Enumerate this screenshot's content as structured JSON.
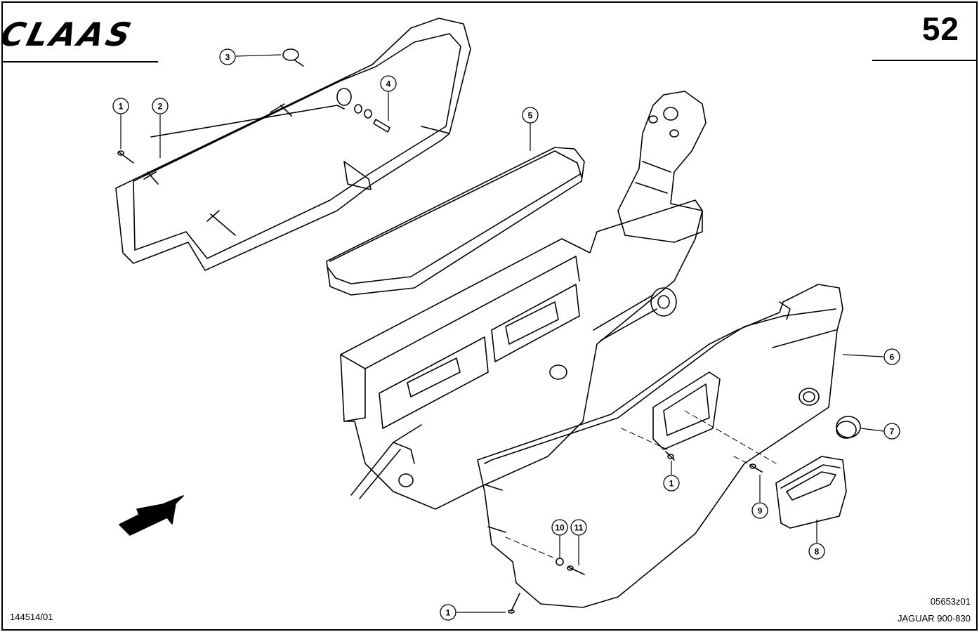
{
  "header": {
    "brand": "CLAAS",
    "page_number": "52"
  },
  "footer": {
    "drawing_id": "144514/01",
    "reference_code": "05653z01",
    "model": "JAGUAR 900-830"
  },
  "callouts": [
    {
      "id": "c1a",
      "label": "1"
    },
    {
      "id": "c2",
      "label": "2"
    },
    {
      "id": "c3",
      "label": "3"
    },
    {
      "id": "c4",
      "label": "4"
    },
    {
      "id": "c5",
      "label": "5"
    },
    {
      "id": "c6",
      "label": "6"
    },
    {
      "id": "c7",
      "label": "7"
    },
    {
      "id": "c1b",
      "label": "1"
    },
    {
      "id": "c9",
      "label": "9"
    },
    {
      "id": "c8",
      "label": "8"
    },
    {
      "id": "c10",
      "label": "10"
    },
    {
      "id": "c11",
      "label": "11"
    },
    {
      "id": "c1c",
      "label": "1"
    }
  ],
  "colors": {
    "line": "#000000",
    "paper": "#ffffff"
  }
}
